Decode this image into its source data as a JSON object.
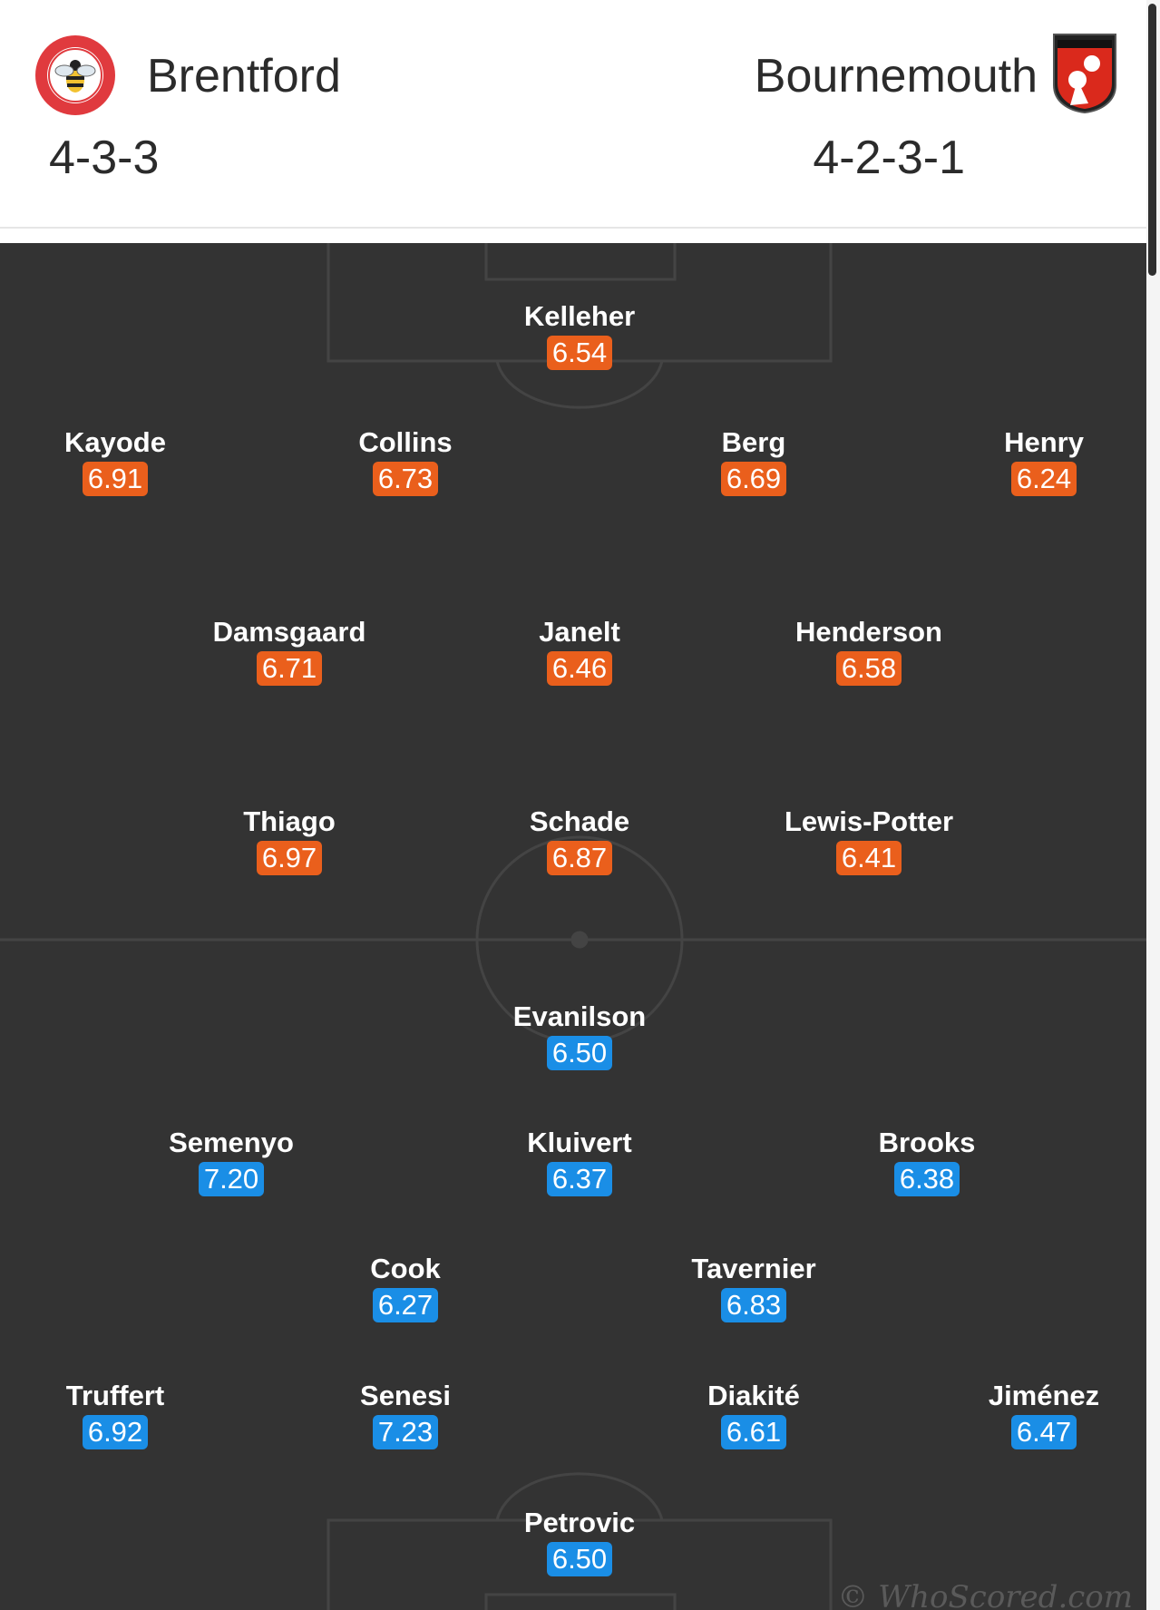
{
  "header": {
    "home": {
      "name": "Brentford",
      "formation": "4-3-3",
      "crest_icon": "brentford-bee-crest-icon"
    },
    "away": {
      "name": "Bournemouth",
      "formation": "4-2-3-1",
      "crest_icon": "bournemouth-cherry-crest-icon"
    }
  },
  "colors": {
    "home_rating": "#ea5f1c",
    "away_rating": "#1a8ee6",
    "pitch": "#333333",
    "pitch_lines": "#444444"
  },
  "home_players": [
    {
      "name": "Kelleher",
      "rating": "6.54"
    },
    {
      "name": "Kayode",
      "rating": "6.91"
    },
    {
      "name": "Collins",
      "rating": "6.73"
    },
    {
      "name": "Berg",
      "rating": "6.69"
    },
    {
      "name": "Henry",
      "rating": "6.24"
    },
    {
      "name": "Damsgaard",
      "rating": "6.71"
    },
    {
      "name": "Janelt",
      "rating": "6.46"
    },
    {
      "name": "Henderson",
      "rating": "6.58"
    },
    {
      "name": "Thiago",
      "rating": "6.97"
    },
    {
      "name": "Schade",
      "rating": "6.87"
    },
    {
      "name": "Lewis-Potter",
      "rating": "6.41"
    }
  ],
  "away_players": [
    {
      "name": "Evanilson",
      "rating": "6.50"
    },
    {
      "name": "Semenyo",
      "rating": "7.20"
    },
    {
      "name": "Kluivert",
      "rating": "6.37"
    },
    {
      "name": "Brooks",
      "rating": "6.38"
    },
    {
      "name": "Cook",
      "rating": "6.27"
    },
    {
      "name": "Tavernier",
      "rating": "6.83"
    },
    {
      "name": "Truffert",
      "rating": "6.92"
    },
    {
      "name": "Senesi",
      "rating": "7.23"
    },
    {
      "name": "Diakité",
      "rating": "6.61"
    },
    {
      "name": "Jiménez",
      "rating": "6.47"
    },
    {
      "name": "Petrovic",
      "rating": "6.50"
    }
  ],
  "watermark": "© WhoScored.com"
}
